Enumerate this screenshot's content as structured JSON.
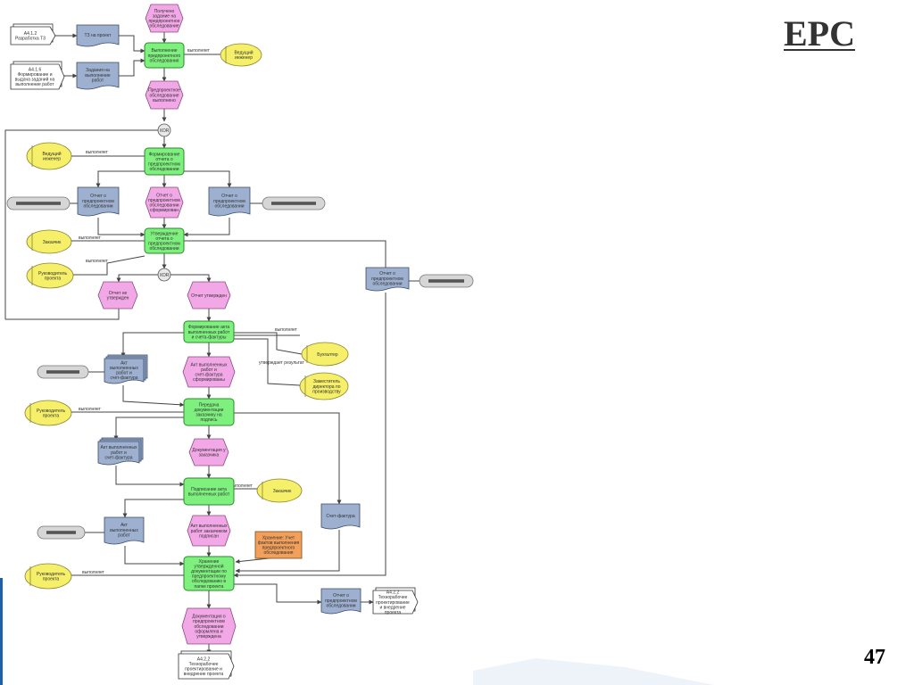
{
  "header": {
    "title": "EPC",
    "page_number": "47"
  },
  "events": [
    "Получено задание на предпроектное обследование",
    "Предпроектное обследование выполнено",
    "Отчет о предпроектном обследовании сформирован",
    "Отчет не утвержден",
    "Отчет утвержден",
    "Акт выполненных работ и счет-фактура сформированы",
    "Документация у заказчика",
    "Акт выполненных работ заказчиком подписан",
    "Документация о предпроектном обследовании оформлена и утверждена"
  ],
  "functions": [
    "Выполнение предпроектного обследования",
    "Формирование отчета о предпроектном обследовании",
    "Утверждение отчета о предпроектном обследовании",
    "Формирование акта выполненных работ и счета-фактуры",
    "Передача документации заказчику на подпись",
    "Подписание акта выполненных работ",
    "Хранение утвержденной документации по предпроектному обследованию в папке проекта"
  ],
  "documents": [
    "ТЗ на проект",
    "Задания на выполнение работ",
    "Отчет о предпроектном обследовании",
    "Отчет о предпроектном обследовании",
    "Отчет о предпроектном обследовании",
    "Акт выполненных работ и счет-фактура",
    "Акт выполненных работ и счет-фактура",
    "Акт выполненных работ",
    "Счет-фактура",
    "Отчет о предпроектном обследовании"
  ],
  "external_docs": [
    "А4.1.2 Разработка ТЗ",
    "А4.1.6 Формирование и выдача заданий на выполнение работ",
    "А4.2.2 Технорабочее проектирование и внедрение проекта",
    "А4.2.2 Технорабочее проектирование и внедрение проекта"
  ],
  "roles": [
    "Ведущий инженер",
    "Ведущий инженер",
    "Заказчик",
    "Руководитель проекта",
    "Бухгалтер",
    "Заместитель директора по производству",
    "Руководитель проекта",
    "Заказчик",
    "Руководитель проекта"
  ],
  "edge_labels": {
    "executes": "выполняет",
    "approves_result": "утверждает результат"
  },
  "gateways": [
    "XOR",
    "XOR"
  ],
  "note": "Хранение: Учет фактов выполнения предпроектного обследования"
}
